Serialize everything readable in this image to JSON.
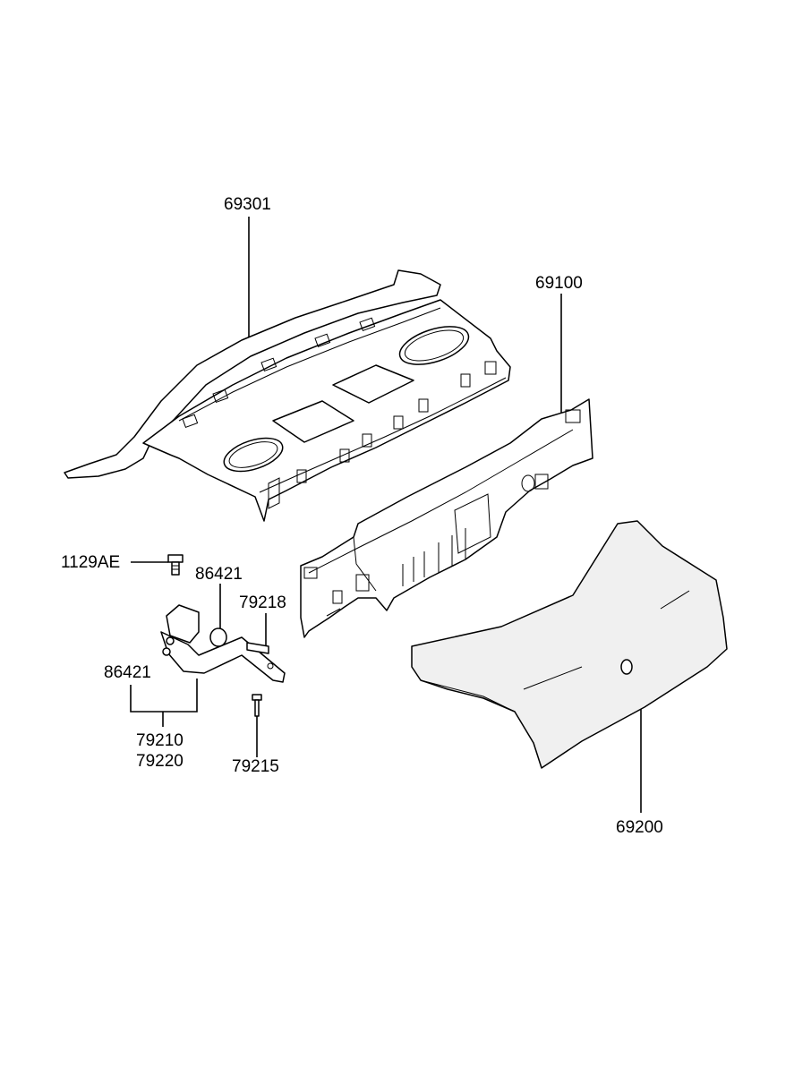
{
  "callouts": [
    {
      "id": "p69301",
      "text": "69301"
    },
    {
      "id": "p69100",
      "text": "69100"
    },
    {
      "id": "p1129ae",
      "text": "1129AE"
    },
    {
      "id": "p86421a",
      "text": "86421"
    },
    {
      "id": "p79218",
      "text": "79218"
    },
    {
      "id": "p86421b",
      "text": "86421"
    },
    {
      "id": "p79210",
      "text": "79210"
    },
    {
      "id": "p79220",
      "text": "79220"
    },
    {
      "id": "p79215",
      "text": "79215"
    },
    {
      "id": "p69200",
      "text": "69200"
    }
  ]
}
